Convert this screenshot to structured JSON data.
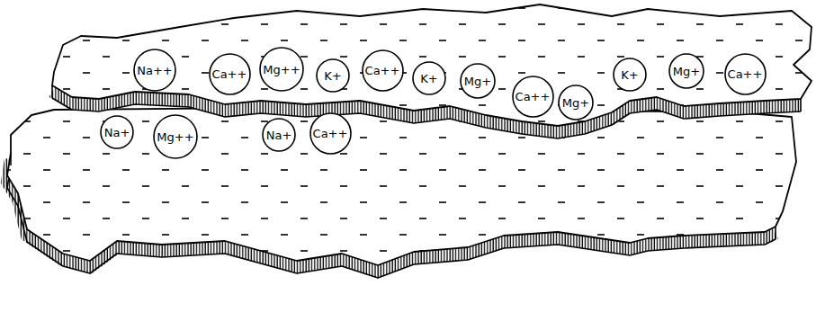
{
  "diagram": {
    "nodes": [
      {
        "text": [
          "Na++"
        ]
      },
      {
        "text": [
          "Ca++"
        ]
      },
      {
        "text": [
          "Mg++"
        ]
      },
      {
        "text": [
          "K+"
        ]
      },
      {
        "text": [
          "Ca++"
        ]
      },
      {
        "text": [
          "K+"
        ]
      },
      {
        "text": [
          "Mg+"
        ]
      },
      {
        "text": [
          "Ca++"
        ]
      },
      {
        "text": [
          "Mg+"
        ]
      },
      {
        "text": [
          "K+"
        ]
      },
      {
        "text": [
          "Mg+"
        ]
      },
      {
        "text": [
          "Ca++"
        ]
      },
      {
        "text": [
          "Na+"
        ]
      },
      {
        "text": [
          "Mg++"
        ]
      },
      {
        "text": [
          "Na+"
        ]
      },
      {
        "text": [
          "Ca++"
        ]
      }
    ]
  }
}
